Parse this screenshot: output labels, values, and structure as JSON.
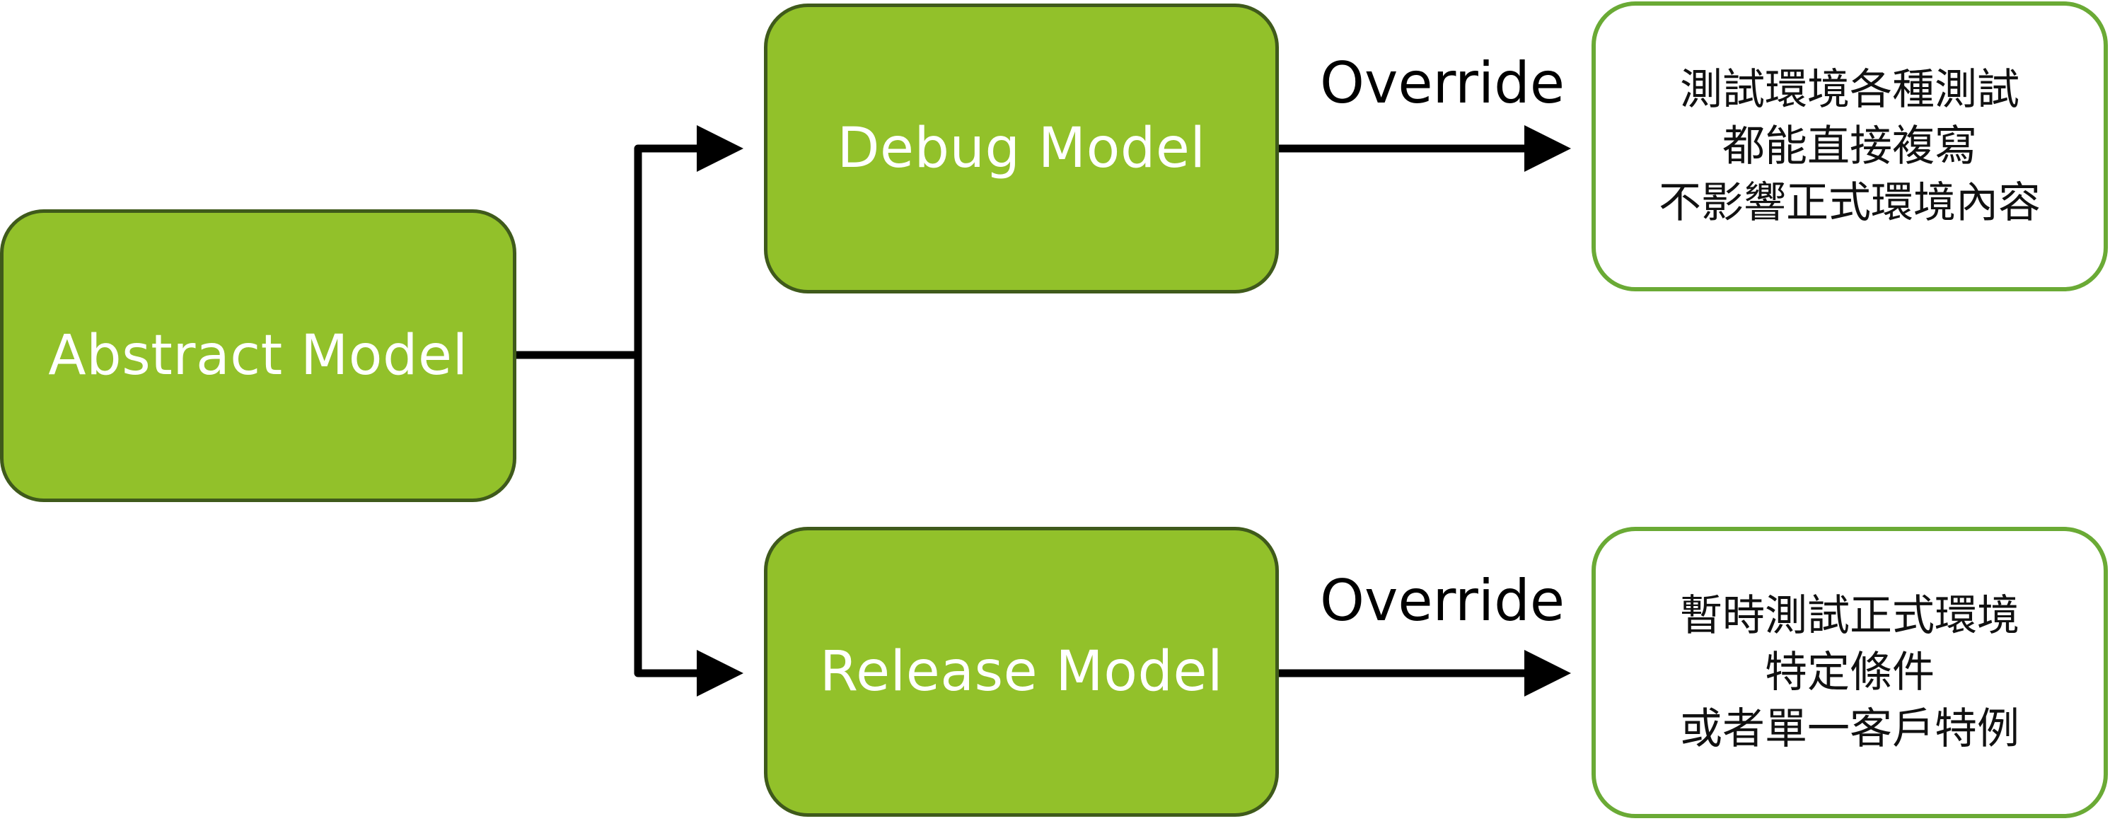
{
  "nodes": {
    "abstract_model": "Abstract Model",
    "debug_model": "Debug Model",
    "release_model": "Release Model"
  },
  "edges": {
    "debug_override": "Override",
    "release_override": "Override"
  },
  "notes": {
    "debug": [
      "測試環境各種測試",
      "都能直接複寫",
      "不影響正式環境內容"
    ],
    "release": [
      "暫時測試正式環境",
      "特定條件",
      "或者單一客戶特例"
    ]
  },
  "colors": {
    "model_fill": "#92c12a",
    "model_border": "#3f5a1b",
    "model_text": "#ffffff",
    "note_border": "#6aaa35",
    "connector": "#000000"
  }
}
